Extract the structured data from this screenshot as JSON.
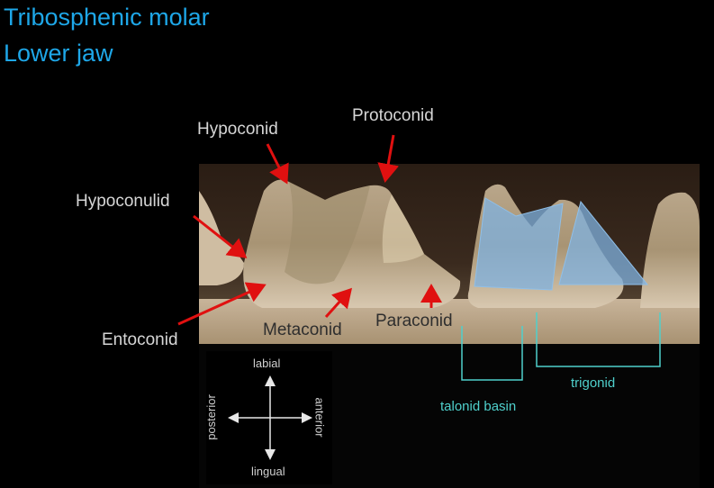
{
  "title": {
    "line1": "Tribosphenic molar",
    "line2": "Lower jaw"
  },
  "labels": {
    "hypoconid": "Hypoconid",
    "protoconid": "Protoconid",
    "hypoconulid": "Hypoconulid",
    "entoconid": "Entoconid",
    "metaconid": "Metaconid",
    "paraconid": "Paraconid"
  },
  "regions": {
    "talonid_basin": "talonid basin",
    "trigonid": "trigonid"
  },
  "compass": {
    "up": "labial",
    "down": "lingual",
    "left": "posterior",
    "right": "anterior"
  },
  "colors": {
    "title": "#1ea7e8",
    "arrow": "#e01010",
    "bracket": "#4fd0cc",
    "overlay": "#7fb2e0"
  }
}
